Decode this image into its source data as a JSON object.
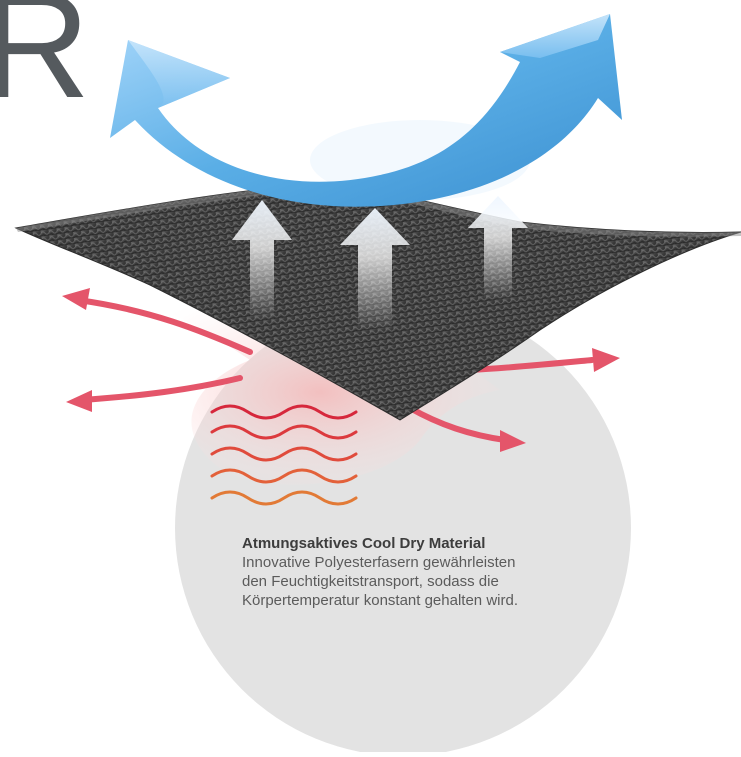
{
  "heading": {
    "letter": "R"
  },
  "caption": {
    "title": "Atmungsaktives Cool Dry Material",
    "lines": [
      "Innovative Polyesterfasern gewährleisten",
      "den Feuchtigkeitstransport, sodass die",
      "Körpertemperatur konstant gehalten wird."
    ]
  },
  "colors": {
    "airflow_arrow": "#5aaee6",
    "heat_arrow": "#e4556a",
    "fabric": "#3a3a3a",
    "circle": "#e3e3e3",
    "heat_waves": [
      "#d6283c",
      "#dc3a3e",
      "#e04b3c",
      "#e3613a",
      "#e27a36"
    ]
  },
  "icons": [
    "airflow-arrow-icon",
    "vapor-arrow-icon",
    "heat-arrow-icon",
    "heat-wave-icon"
  ]
}
